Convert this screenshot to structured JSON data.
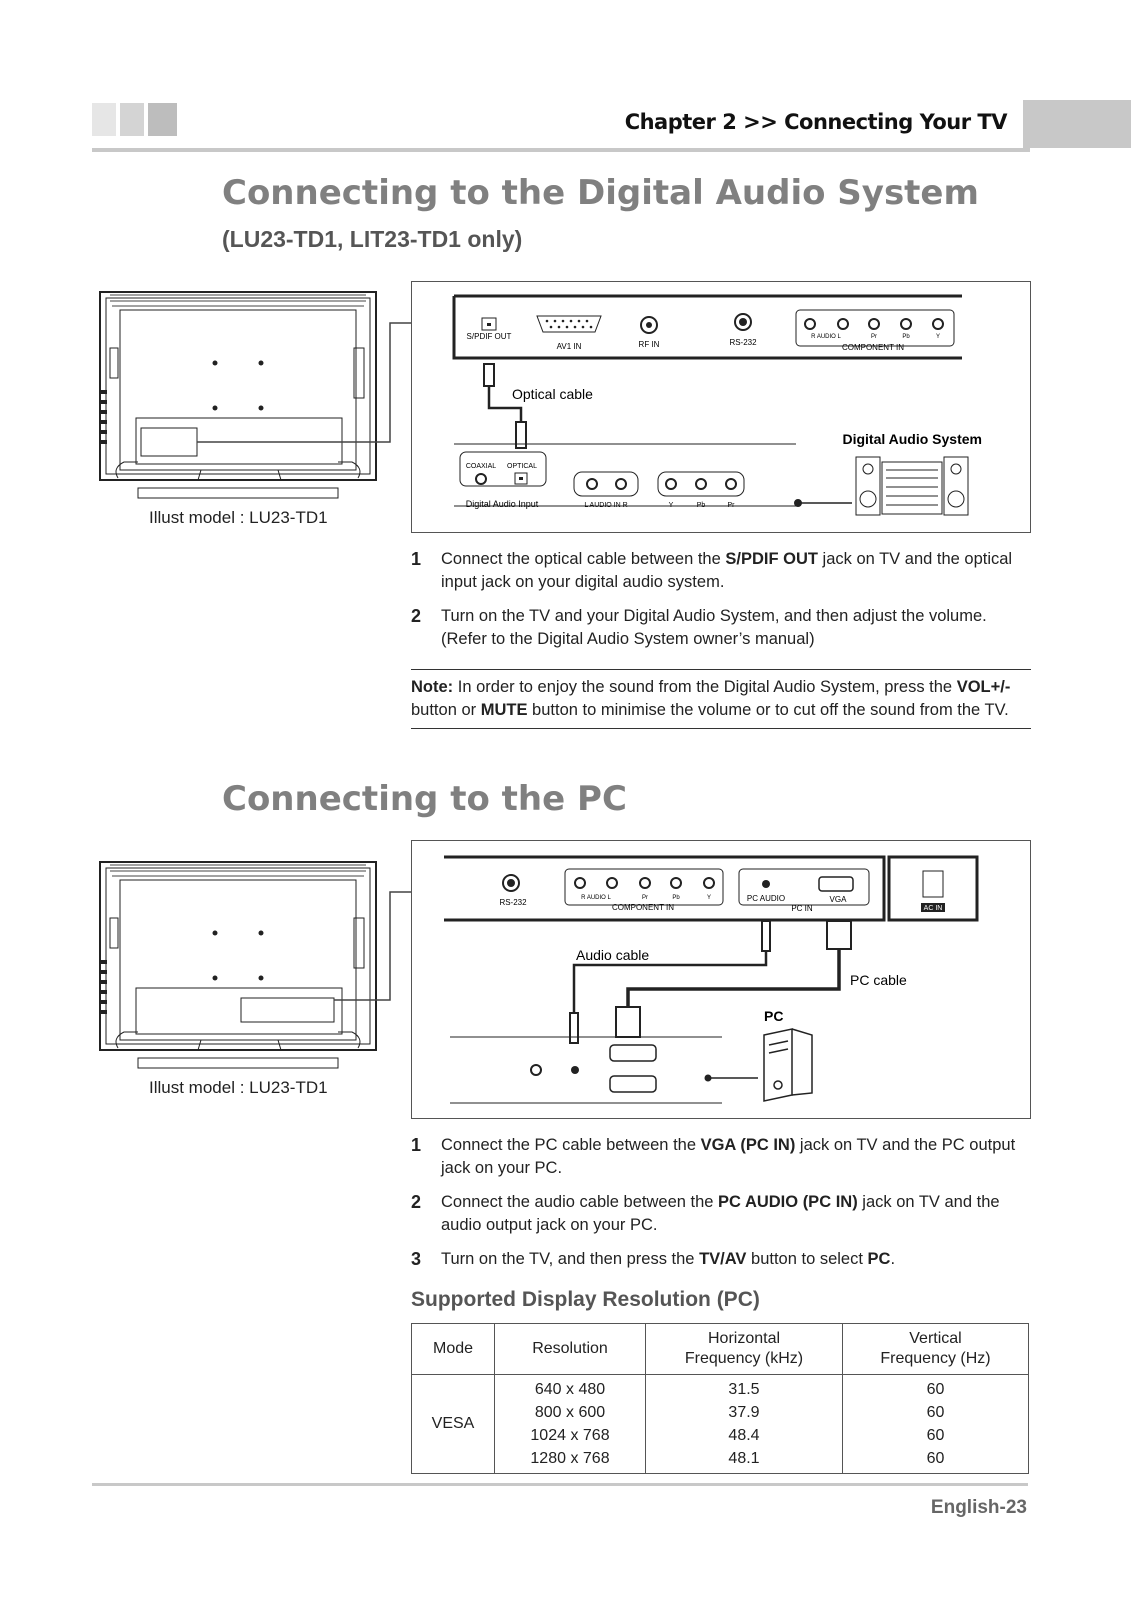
{
  "header": {
    "chapter": "Chapter 2 >> Connecting Your TV"
  },
  "section1": {
    "title": "Connecting to the Digital Audio System",
    "subtitle": "(LU23-TD1, LIT23-TD1 only)",
    "illust_caption": "Illust model : LU23-TD1",
    "diagram": {
      "ports": [
        "S/PDIF OUT",
        "AV1 IN",
        "RF IN",
        "RS-232",
        "R AUDIO L",
        "Pr",
        "Pb",
        "Y",
        "COMPONENT IN"
      ],
      "cable_label": "Optical cable",
      "device_label": "Digital Audio System",
      "input_labels": [
        "COAXIAL",
        "OPTICAL",
        "Digital Audio Input",
        "L AUDIO IN R",
        "Y",
        "Pb",
        "Pr"
      ]
    },
    "steps": [
      {
        "num": "1",
        "pre": "Connect the optical cable between the ",
        "bold": "S/PDIF OUT",
        "post": " jack on TV and the optical input jack on your digital audio system."
      },
      {
        "num": "2",
        "text": "Turn on the TV and your Digital Audio System, and then adjust the volume. (Refer to the Digital Audio System owner’s manual)"
      }
    ],
    "note": {
      "label": "Note:",
      "t1": " In order to enjoy the sound from the Digital Audio System, press the ",
      "b1": "VOL+/-",
      "t2": " button or ",
      "b2": "MUTE",
      "t3": " button to minimise the volume or to cut off the sound from the TV."
    }
  },
  "section2": {
    "title": "Connecting to the PC",
    "illust_caption": "Illust model : LU23-TD1",
    "diagram": {
      "ports": [
        "RS-232",
        "R AUDIO L",
        "Pr",
        "Pb",
        "Y",
        "COMPONENT IN",
        "PC AUDIO",
        "VGA",
        "PC IN",
        "AC IN"
      ],
      "audio_cable": "Audio cable",
      "pc_cable": "PC cable",
      "pc_label": "PC"
    },
    "steps": [
      {
        "num": "1",
        "pre": "Connect the PC cable between the ",
        "bold": "VGA (PC IN)",
        "post": " jack on TV and the PC output jack on your PC."
      },
      {
        "num": "2",
        "pre": "Connect the audio cable between the ",
        "bold": "PC AUDIO (PC IN)",
        "post": " jack on TV and the audio output jack on your PC."
      },
      {
        "num": "3",
        "pre": "Turn on the TV, and then press the ",
        "bold": "TV/AV",
        "mid": " button to select ",
        "bold2": "PC",
        "post": "."
      }
    ],
    "table_title": "Supported Display Resolution (PC)",
    "table": {
      "headers": [
        "Mode",
        "Resolution",
        "Horizontal Frequency (kHz)",
        "Vertical Frequency (Hz)"
      ],
      "header_lines": {
        "h1": "Horizontal",
        "h2": "Frequency (kHz)",
        "v1": "Vertical",
        "v2": "Frequency (Hz)"
      },
      "mode": "VESA",
      "rows": [
        {
          "res": "640 x 480",
          "h": "31.5",
          "v": "60"
        },
        {
          "res": "800 x 600",
          "h": "37.9",
          "v": "60"
        },
        {
          "res": "1024 x 768",
          "h": "48.4",
          "v": "60"
        },
        {
          "res": "1280 x 768",
          "h": "48.1",
          "v": "60"
        }
      ]
    }
  },
  "footer": {
    "page": "English-23"
  }
}
